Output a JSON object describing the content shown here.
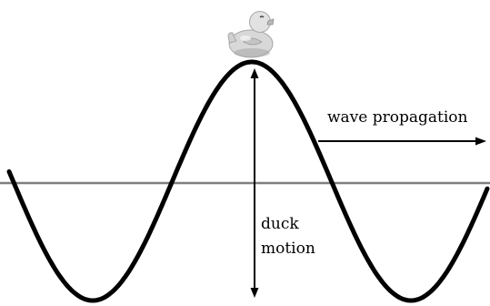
{
  "labels": {
    "propagation": "wave propagation",
    "motion_line1": "duck",
    "motion_line2": "motion"
  },
  "icons": {
    "duck": "rubber-duck-icon"
  },
  "colors": {
    "wave": "#000000",
    "baseline": "#7f7f7f",
    "arrows": "#000000",
    "background": "#ffffff",
    "duck_body": "#dcdcdc",
    "duck_shadow": "#9a9a9a"
  }
}
